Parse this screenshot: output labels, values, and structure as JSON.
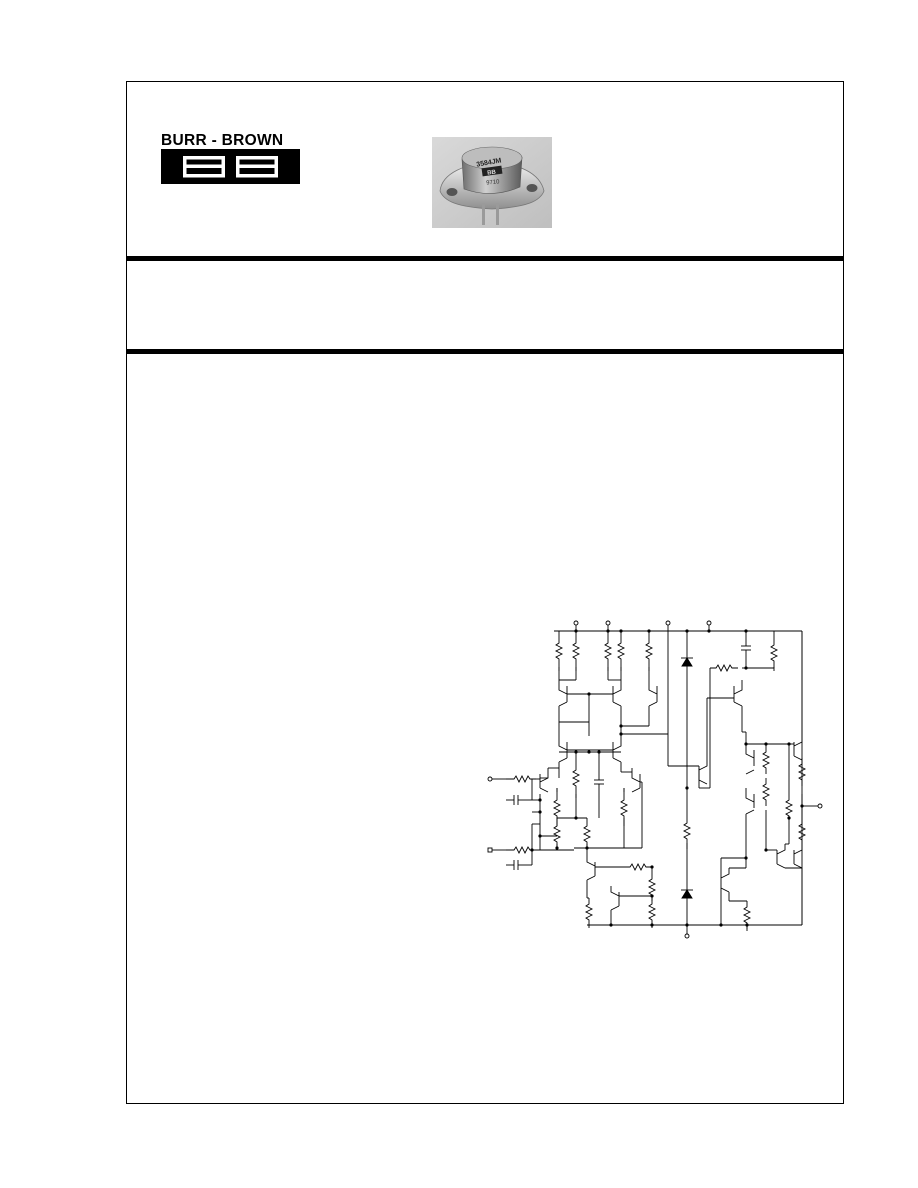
{
  "logo": {
    "wordmark": "BURR - BROWN",
    "monogram": "BB"
  },
  "product_photo": {
    "marking_line1": "3584JM",
    "marking_line2": "BB",
    "marking_line3": "9710"
  }
}
